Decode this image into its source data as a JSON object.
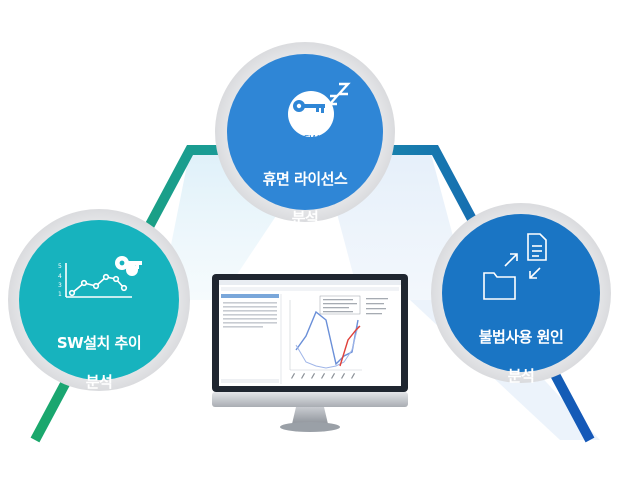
{
  "circles": [
    {
      "id": "dormant",
      "line1": "휴면 라이선스",
      "line2": "분석",
      "icon_text": "SW",
      "icon": "key-sleep-icon",
      "color": "#2f86d6"
    },
    {
      "id": "install",
      "line1": "SW설치 추이",
      "line2": "분석",
      "icon": "trend-chart-icon",
      "color": "#17b3be"
    },
    {
      "id": "illegal",
      "line1": "불법사용 원인",
      "line2": "분석",
      "icon": "folder-document-icon",
      "color": "#1a75c4"
    }
  ],
  "colors": {
    "green_line": "#19a86f",
    "blue_line": "#1457b8",
    "beam": "#cde8f5",
    "monitor_frame": "#1f2630"
  }
}
